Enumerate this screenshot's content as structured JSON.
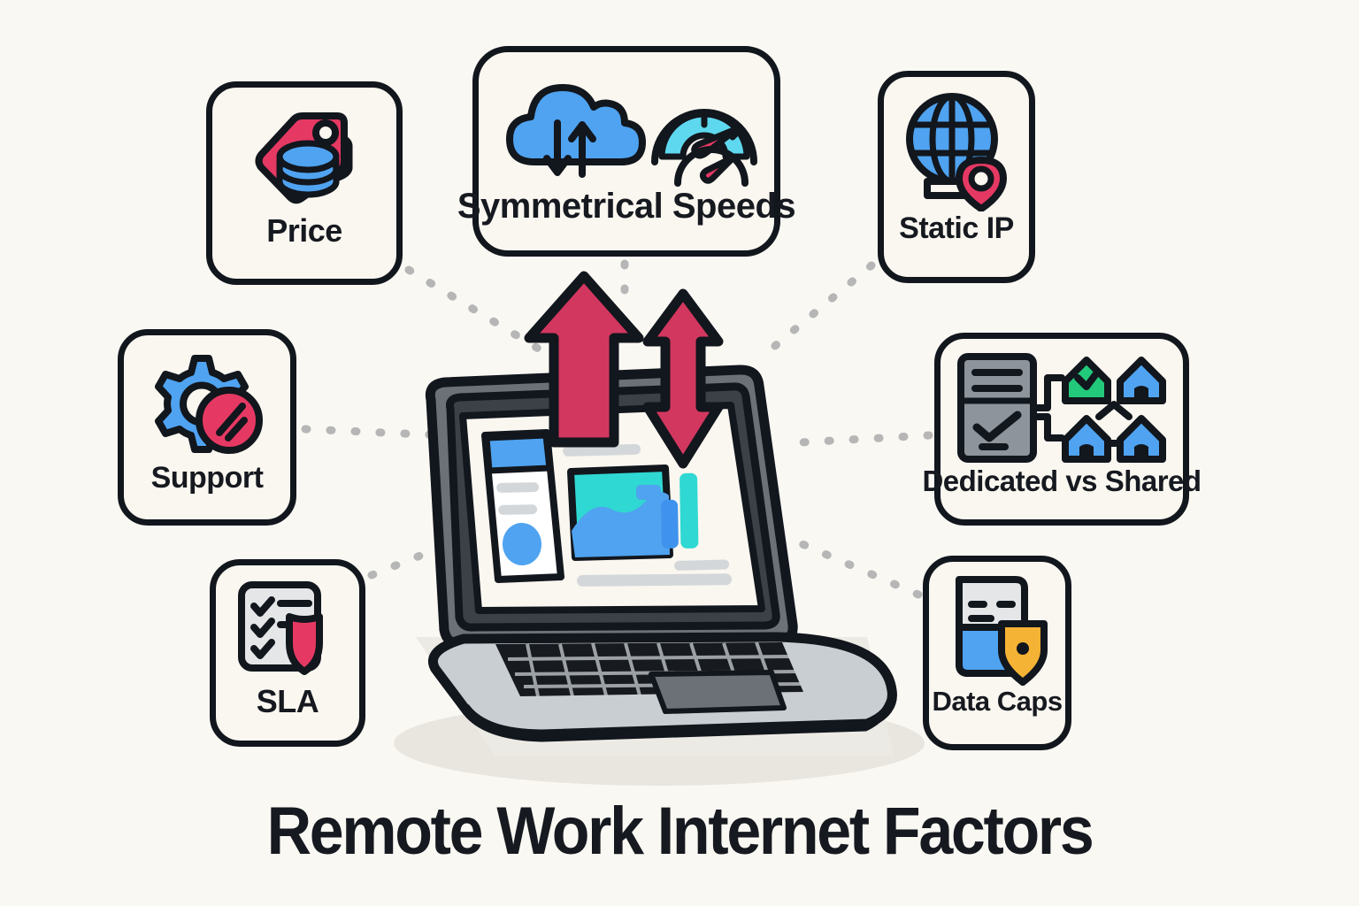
{
  "title": "Remote Work Internet Factors",
  "background_color": "#FAF8F3",
  "palette": {
    "ink": "#12161D",
    "card_fill": "#FAF7F0",
    "pink": "#E53963",
    "blue": "#4FA3F0",
    "cyan": "#2FD8D2",
    "green": "#22C97B",
    "amber": "#F5B335",
    "gray_light": "#D4D7DA",
    "gray_mid": "#8D949B",
    "gray_dark": "#5A6268",
    "connector": "#B6B6B6"
  },
  "center": {
    "name": "laptop-illustration",
    "screen_widgets": [
      "sidebar-card",
      "media-card",
      "bar-chart",
      "text-lines"
    ],
    "arrows": [
      {
        "name": "upload-arrow",
        "direction": "up",
        "color": "#E53963"
      },
      {
        "name": "download-arrow",
        "direction": "down",
        "color": "#E53963"
      }
    ]
  },
  "cards": [
    {
      "id": "price",
      "label": "Price",
      "icon": "price-tag-coins-icon",
      "position": "top-left"
    },
    {
      "id": "support",
      "label": "Support",
      "icon": "gear-support-icon",
      "position": "middle-left"
    },
    {
      "id": "sla",
      "label": "SLA",
      "icon": "checklist-shield-icon",
      "position": "bottom-left"
    },
    {
      "id": "speeds",
      "label": "Symmetrical Speeds",
      "icon": "cloud-updown-speedometer-icon",
      "position": "top-center"
    },
    {
      "id": "static-ip",
      "label": "Static IP",
      "icon": "globe-pin-icon",
      "position": "top-right"
    },
    {
      "id": "dedicated-shared",
      "label": "Dedicated vs Shared",
      "icon": "server-houses-icon",
      "position": "middle-right"
    },
    {
      "id": "data-caps",
      "label": "Data Caps",
      "icon": "document-gauge-shield-icon",
      "position": "bottom-right"
    }
  ],
  "connectors": [
    {
      "from": "price",
      "to": "laptop",
      "style": "dotted"
    },
    {
      "from": "support",
      "to": "laptop",
      "style": "dotted"
    },
    {
      "from": "sla",
      "to": "laptop",
      "style": "dotted"
    },
    {
      "from": "speeds",
      "to": "laptop",
      "style": "dotted"
    },
    {
      "from": "static-ip",
      "to": "laptop",
      "style": "dotted"
    },
    {
      "from": "dedicated-shared",
      "to": "laptop",
      "style": "dotted"
    },
    {
      "from": "data-caps",
      "to": "laptop",
      "style": "dotted"
    }
  ]
}
